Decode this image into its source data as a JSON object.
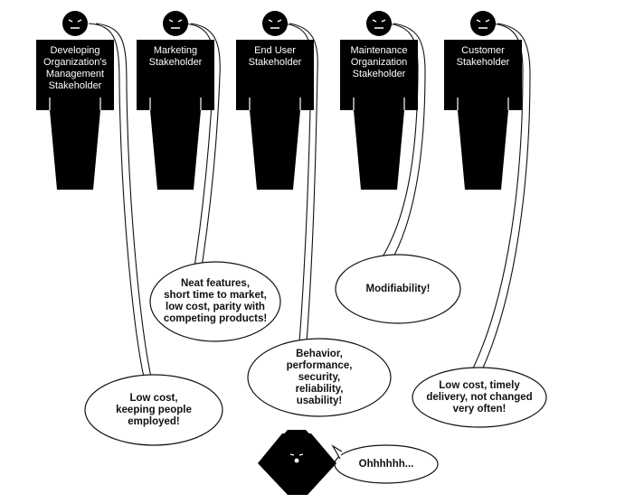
{
  "stakeholders": [
    {
      "label": "Developing\nOrganization's\nManagement\nStakeholder"
    },
    {
      "label": "Marketing\nStakeholder"
    },
    {
      "label": "End User\nStakeholder"
    },
    {
      "label": "Maintenance\nOrganization\nStakeholder"
    },
    {
      "label": "Customer\nStakeholder"
    }
  ],
  "bubbles": {
    "management": "Low cost,\nkeeping people\nemployed!",
    "marketing": "Neat features,\nshort time to market,\nlow cost, parity with\ncompeting products!",
    "end_user": "Behavior,\nperformance,\nsecurity,\nreliability,\nusability!",
    "maintenance": "Modifiability!",
    "customer": "Low cost, timely\ndelivery, not changed\nvery often!"
  },
  "architect": {
    "speech": "Ohhhhhh..."
  }
}
